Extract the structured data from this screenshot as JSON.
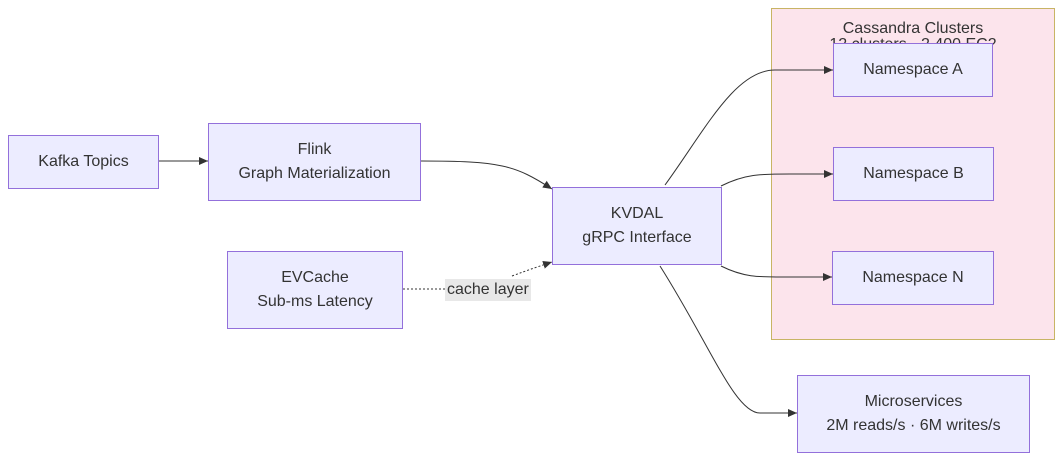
{
  "colors": {
    "node_fill": "#ececff",
    "node_border": "#9370db",
    "cluster_fill": "#fce4ec",
    "cluster_border": "#c8b464",
    "edge": "#333333",
    "label_bg": "#e8e8e8"
  },
  "nodes": {
    "kafka": {
      "line1": "Kafka Topics"
    },
    "flink": {
      "line1": "Flink",
      "line2": "Graph Materialization"
    },
    "evcache": {
      "line1": "EVCache",
      "line2": "Sub-ms Latency"
    },
    "kvdal": {
      "line1": "KVDAL",
      "line2": "gRPC Interface"
    },
    "ns_a": {
      "line1": "Namespace A"
    },
    "ns_b": {
      "line1": "Namespace B"
    },
    "ns_n": {
      "line1": "Namespace N"
    },
    "micro": {
      "line1": "Microservices",
      "line2": "2M reads/s · 6M writes/s"
    }
  },
  "cluster": {
    "title": "Cassandra Clusters",
    "subtitle": "12 clusters · 2,400 EC2"
  },
  "edges": {
    "cache_label": "cache layer"
  }
}
